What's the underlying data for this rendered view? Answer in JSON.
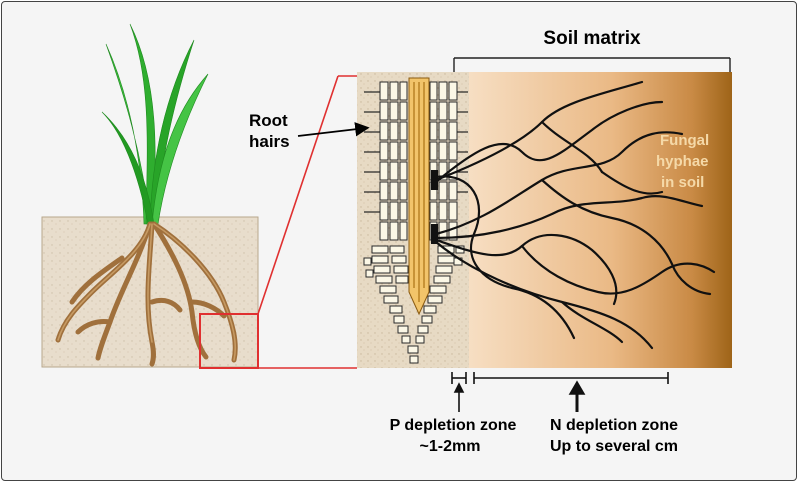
{
  "labels": {
    "soil_matrix": "Soil matrix",
    "root_hairs_line1": "Root",
    "root_hairs_line2": "hairs",
    "fungal_line1": "Fungal",
    "fungal_line2": "hyphae",
    "fungal_line3": "in soil",
    "p_zone_line1": "P depletion zone",
    "p_zone_line2": "~1-2mm",
    "n_zone_line1": "N depletion zone",
    "n_zone_line2": "Up to several cm"
  },
  "colors": {
    "soil_box": "#e6dccd",
    "root": "#a0703c",
    "leaf": "#2fae2f",
    "zoom_box": "#e03030",
    "soil_gradient_start": "#f6dcbf",
    "soil_gradient_end": "#a56a1c"
  }
}
